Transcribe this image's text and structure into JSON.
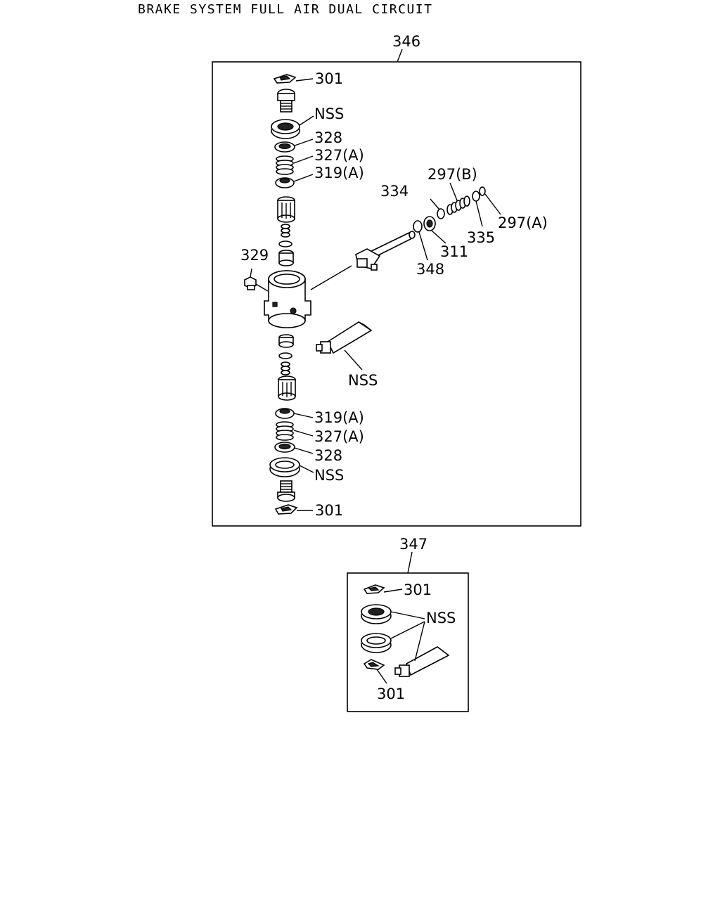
{
  "title": "BRAKE SYSTEM FULL AIR DUAL CIRCUIT",
  "assemblies": [
    {
      "ref": "346"
    },
    {
      "ref": "347"
    }
  ],
  "callouts": [
    {
      "key": "a301",
      "text": "301"
    },
    {
      "key": "nss1",
      "text": "NSS"
    },
    {
      "key": "c328a",
      "text": "328"
    },
    {
      "key": "c327a",
      "text": "327(A)"
    },
    {
      "key": "c319a",
      "text": "319(A)"
    },
    {
      "key": "c334",
      "text": "334"
    },
    {
      "key": "c297b",
      "text": "297(B)"
    },
    {
      "key": "c297a",
      "text": "297(A)"
    },
    {
      "key": "c335",
      "text": "335"
    },
    {
      "key": "c311",
      "text": "311"
    },
    {
      "key": "c329",
      "text": "329"
    },
    {
      "key": "c348",
      "text": "348"
    },
    {
      "key": "nss2",
      "text": "NSS"
    },
    {
      "key": "c319b",
      "text": "319(A)"
    },
    {
      "key": "c327b",
      "text": "327(A)"
    },
    {
      "key": "c328b",
      "text": "328"
    },
    {
      "key": "nss3",
      "text": "NSS"
    },
    {
      "key": "b301",
      "text": "301"
    },
    {
      "key": "k301a",
      "text": "301"
    },
    {
      "key": "knss",
      "text": "NSS"
    },
    {
      "key": "k301b",
      "text": "301"
    }
  ]
}
